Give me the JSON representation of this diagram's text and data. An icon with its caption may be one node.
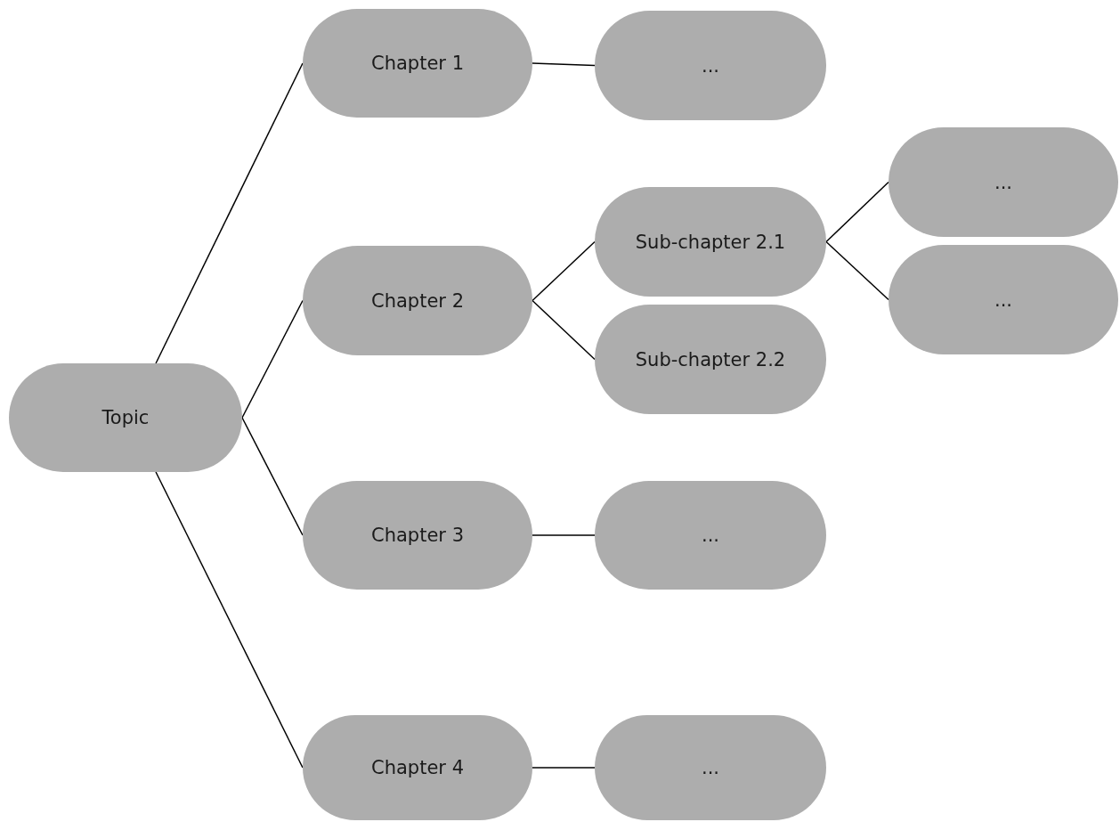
{
  "diagram": {
    "nodes": [
      {
        "text": [
          "Topic"
        ]
      },
      {
        "text": [
          "Chapter 1"
        ]
      },
      {
        "text": [
          "..."
        ]
      },
      {
        "text": [
          "Chapter 2"
        ]
      },
      {
        "text": [
          "Sub-chapter 2.1"
        ]
      },
      {
        "text": [
          "..."
        ]
      },
      {
        "text": [
          "..."
        ]
      },
      {
        "text": [
          "Sub-chapter 2.2"
        ]
      },
      {
        "text": [
          "Chapter 3"
        ]
      },
      {
        "text": [
          "..."
        ]
      },
      {
        "text": [
          "Chapter 4"
        ]
      },
      {
        "text": [
          "..."
        ]
      }
    ],
    "edges": [
      {
        "from": 0,
        "to": 1,
        "arrow": "none"
      },
      {
        "from": 1,
        "to": 2,
        "arrow": "none"
      },
      {
        "from": 0,
        "to": 3,
        "arrow": "none"
      },
      {
        "from": 3,
        "to": 4,
        "arrow": "none"
      },
      {
        "from": 4,
        "to": 5,
        "arrow": "none"
      },
      {
        "from": 4,
        "to": 6,
        "arrow": "none"
      },
      {
        "from": 3,
        "to": 7,
        "arrow": "none"
      },
      {
        "from": 0,
        "to": 8,
        "arrow": "none"
      },
      {
        "from": 8,
        "to": 9,
        "arrow": "none"
      },
      {
        "from": 0,
        "to": 10,
        "arrow": "none"
      },
      {
        "from": 10,
        "to": 11,
        "arrow": "none"
      }
    ]
  }
}
